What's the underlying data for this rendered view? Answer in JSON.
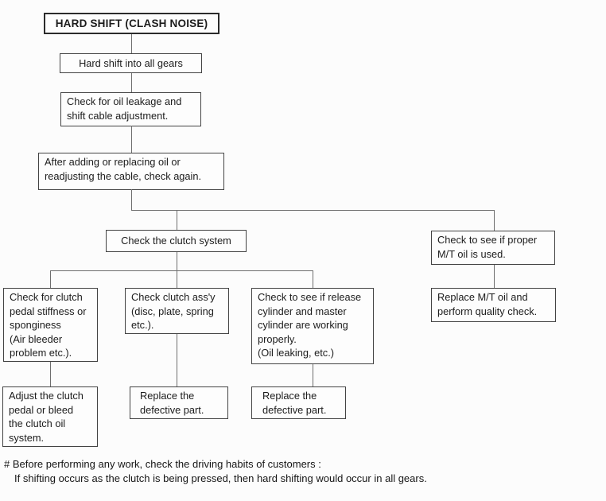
{
  "diagram": {
    "type": "troubleshooting-flowchart",
    "colors": {
      "background": "#fcfcfc",
      "box_border": "#434343",
      "title_border": "#2b2b2b",
      "connector": "#6e6e6e",
      "text": "#1c1c1c"
    },
    "nodes": {
      "root": "HARD SHIFT (CLASH NOISE)",
      "symptom": "Hard shift into all gears",
      "check_oil_cable": "Check for oil leakage and\nshift cable adjustment.",
      "recheck": "After adding or replacing oil or\nreadjusting the cable, check again.",
      "clutch_system": "Check the clutch system",
      "pedal_check": "Check for clutch\npedal stiffness or\nsponginess\n(Air bleeder\nproblem etc.).",
      "assy_check": "Check clutch ass'y\n(disc, plate, spring\netc.).",
      "cylinder_check": "Check to see if release\ncylinder and master\ncylinder are working\nproperly.\n(Oil leaking, etc.)",
      "pedal_fix": "Adjust the clutch\npedal or bleed\nthe clutch oil\nsystem.",
      "assy_fix": "Replace the\ndefective part.",
      "cylinder_fix": "Replace the\ndefective part.",
      "mt_oil_check": "Check to see if proper\nM/T oil is used.",
      "mt_oil_fix": "Replace M/T oil and\nperform quality check."
    },
    "footnote": {
      "line1": "# Before performing any work, check the driving habits of customers :",
      "line2": "If shifting occurs as the clutch is being pressed, then hard shifting would occur in all gears."
    }
  }
}
